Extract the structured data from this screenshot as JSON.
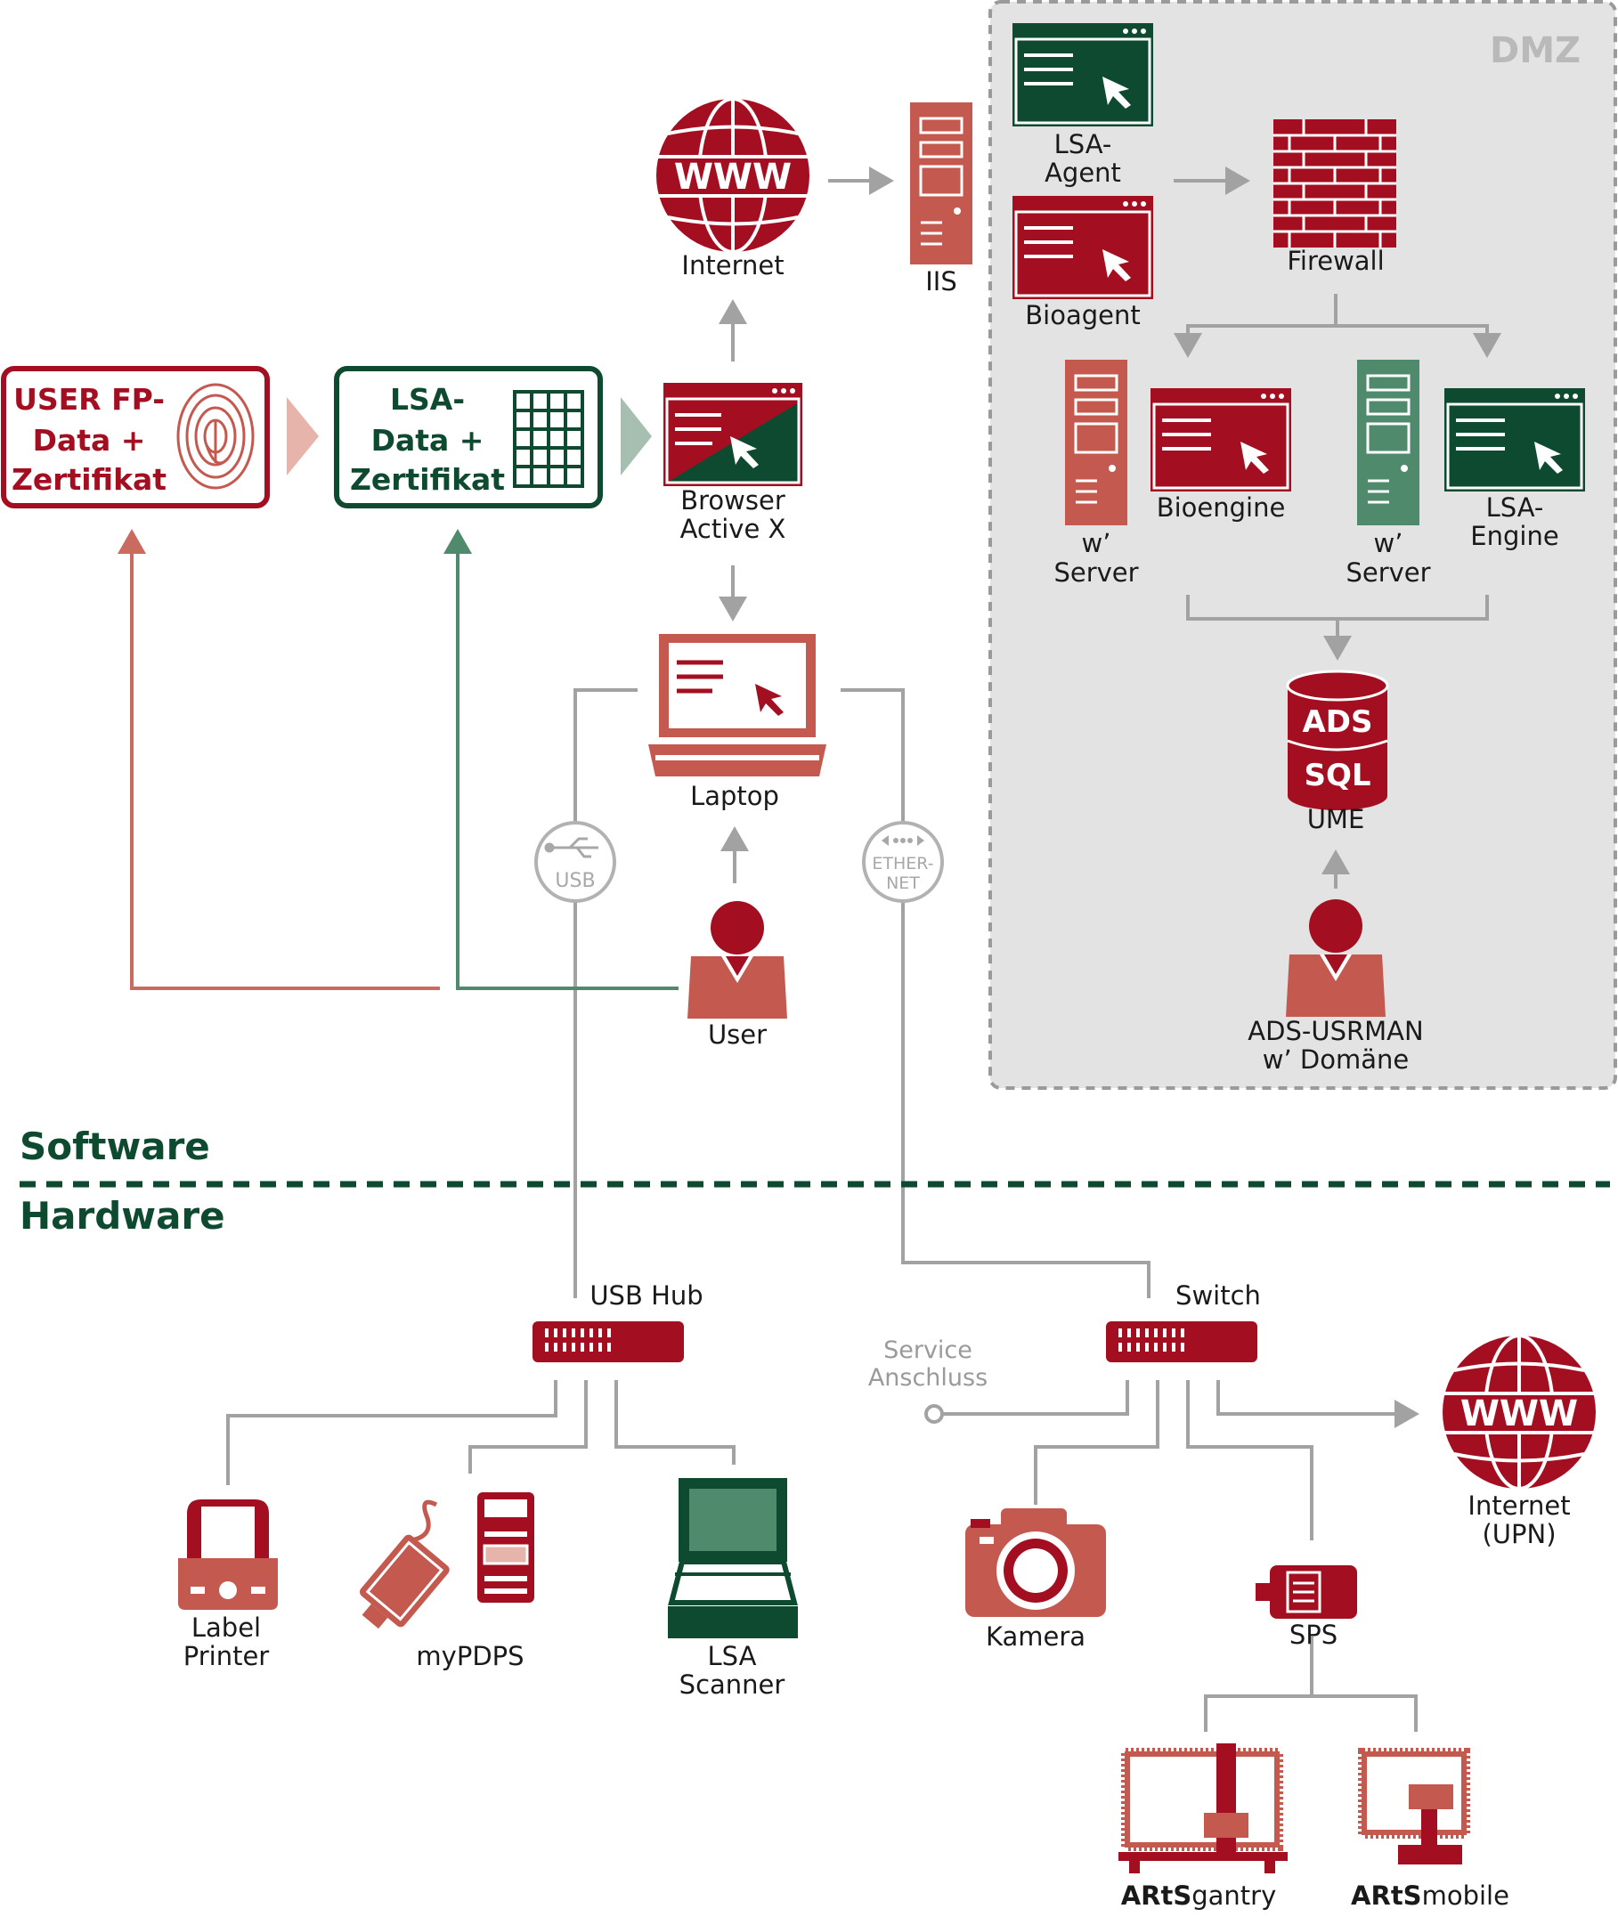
{
  "colors": {
    "dark_red": "#a30f20",
    "salmon": "#c4594f",
    "dark_green": "#0d4a30",
    "mid_green": "#4f8a6d",
    "grey_line": "#a2a2a2",
    "dmz_bg": "#e3e3e3"
  },
  "dmz": {
    "title": "DMZ"
  },
  "sections": {
    "software": "Software",
    "hardware": "Hardware"
  },
  "software": {
    "internet_top": {
      "label": "Internet",
      "globe_text": "WWW",
      "icon": "globe-icon"
    },
    "iis": {
      "label": "IIS",
      "icon": "server-tower-icon"
    },
    "lsa_agent": {
      "label_line1": "LSA-",
      "label_line2": "Agent",
      "icon": "app-window-icon"
    },
    "bioagent": {
      "label": "Bioagent",
      "icon": "app-window-icon"
    },
    "firewall": {
      "label": "Firewall",
      "icon": "brick-wall-icon"
    },
    "w_server_red": {
      "label_line1": "w’",
      "label_line2": "Server",
      "icon": "server-tower-icon"
    },
    "bioengine": {
      "label": "Bioengine",
      "icon": "app-window-icon"
    },
    "w_server_green": {
      "label_line1": "w’",
      "label_line2": "Server",
      "icon": "server-tower-icon"
    },
    "lsa_engine": {
      "label_line1": "LSA-",
      "label_line2": "Engine",
      "icon": "app-window-icon"
    },
    "database": {
      "line1": "ADS",
      "line2": "SQL",
      "label": "UME",
      "icon": "database-icon"
    },
    "admin_user": {
      "label_line1": "ADS-USRMAN",
      "label_line2": "w’ Domäne",
      "icon": "user-icon"
    },
    "user_fp_box": {
      "line1": "USER FP-",
      "line2": "Data +",
      "line3": "Zertifikat",
      "icon": "fingerprint-icon"
    },
    "lsa_box": {
      "line1": "LSA-",
      "line2": "Data +",
      "line3": "Zertifikat",
      "icon": "grid-icon"
    },
    "browser": {
      "label_line1": "Browser",
      "label_line2": "Active X",
      "icon": "browser-window-icon"
    },
    "laptop": {
      "label": "Laptop",
      "icon": "laptop-icon"
    },
    "user": {
      "label": "User",
      "icon": "user-icon"
    },
    "usb_badge": {
      "label": "USB",
      "icon": "usb-icon"
    },
    "ethernet_badge": {
      "label_line1": "ETHER-",
      "label_line2": "NET",
      "icon": "ethernet-icon"
    }
  },
  "hardware": {
    "usb_hub": {
      "label": "USB Hub",
      "icon": "hub-icon"
    },
    "switch": {
      "label": "Switch",
      "icon": "hub-icon"
    },
    "service_port": {
      "label_line1": "Service",
      "label_line2": "Anschluss"
    },
    "internet_upn": {
      "label_line1": "Internet",
      "label_line2": "(UPN)",
      "globe_text": "WWW",
      "icon": "globe-icon"
    },
    "label_printer": {
      "label_line1": "Label",
      "label_line2": "Printer",
      "icon": "printer-icon"
    },
    "mypdps": {
      "label": "myPDPS",
      "icon": "usb-device-icon"
    },
    "lsa_scanner": {
      "label_line1": "LSA",
      "label_line2": "Scanner",
      "icon": "scanner-icon"
    },
    "kamera": {
      "label": "Kamera",
      "icon": "camera-icon"
    },
    "sps": {
      "label": "SPS",
      "icon": "plc-icon"
    },
    "artsgantry": {
      "bold": "ARtS",
      "rest": "gantry",
      "icon": "gantry-icon"
    },
    "artsmobile": {
      "bold": "ARtS",
      "rest": "mobile",
      "icon": "mobile-gantry-icon"
    }
  }
}
